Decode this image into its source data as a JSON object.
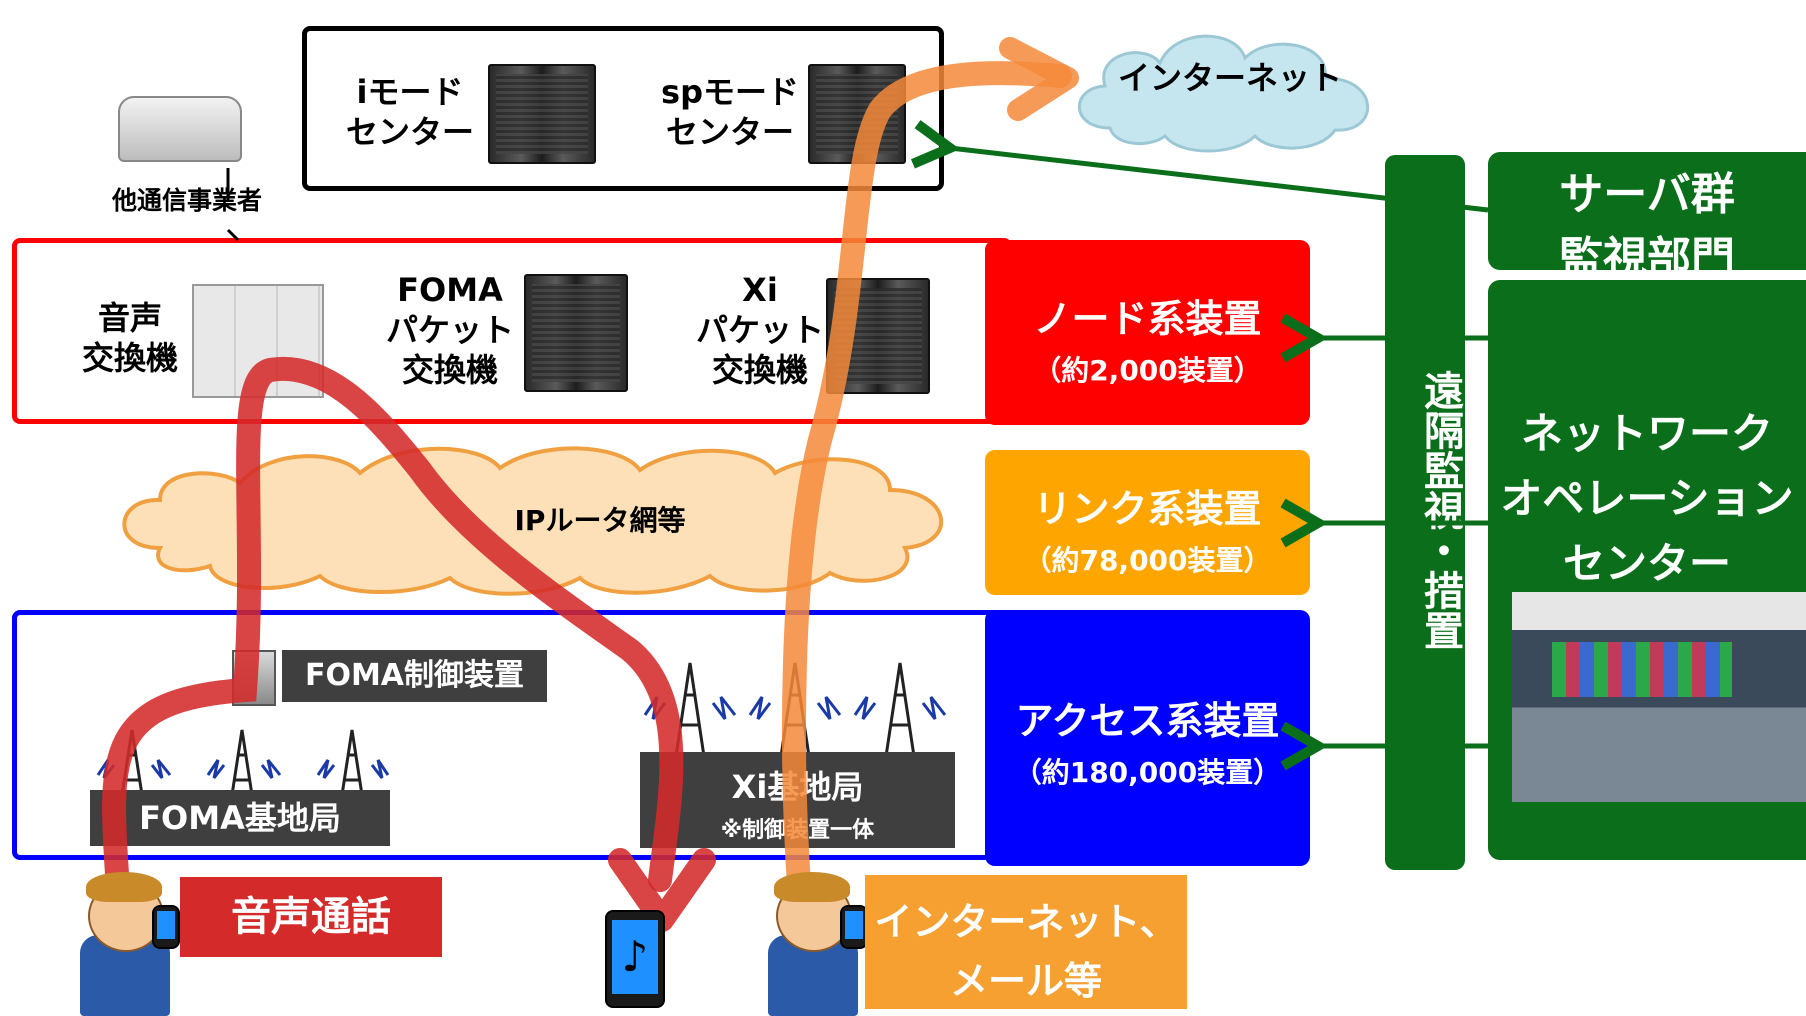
{
  "top_center": {
    "imode_label": [
      "iモード",
      "センター"
    ],
    "spmode_label": [
      "spモード",
      "センター"
    ]
  },
  "internet_label": "インターネット",
  "other_carrier_label": "他通信事業者",
  "node_box": {
    "voice_switch": [
      "音声",
      "交換機"
    ],
    "foma_packet": [
      "FOMA",
      "パケット",
      "交換機"
    ],
    "xi_packet": [
      "Xi",
      "パケット",
      "交換機"
    ]
  },
  "ip_router_label": "IPルータ網等",
  "access_box": {
    "foma_control": "FOMA制御装置",
    "foma_base": "FOMA基地局",
    "xi_base": "Xi基地局",
    "xi_note": "※制御装置一体"
  },
  "categories": {
    "node": {
      "title": "ノード系装置",
      "count": "（約2,000装置）",
      "color": "#ff0000"
    },
    "link": {
      "title": "リンク系装置",
      "count": "（約78,000装置）",
      "color": "#ffa500"
    },
    "access": {
      "title": "アクセス系装置",
      "count": "（約180,000装置）",
      "color": "#0000ff"
    }
  },
  "remote_label": "遠隔監視・措置",
  "server_monitor": [
    "サーバ群",
    "監視部門"
  ],
  "noc": [
    "ネットワーク",
    "オペレーション",
    "センター"
  ],
  "legend": {
    "voice_call": "音声通話",
    "internet_mail": [
      "インターネット、",
      "メール等"
    ]
  },
  "colors": {
    "green": "#0a6e1a",
    "voice_path": "#d42a2a",
    "data_path": "#f58a3a",
    "cloud_internet": "#c6e6ef",
    "cloud_ip": "#fde0b8"
  }
}
